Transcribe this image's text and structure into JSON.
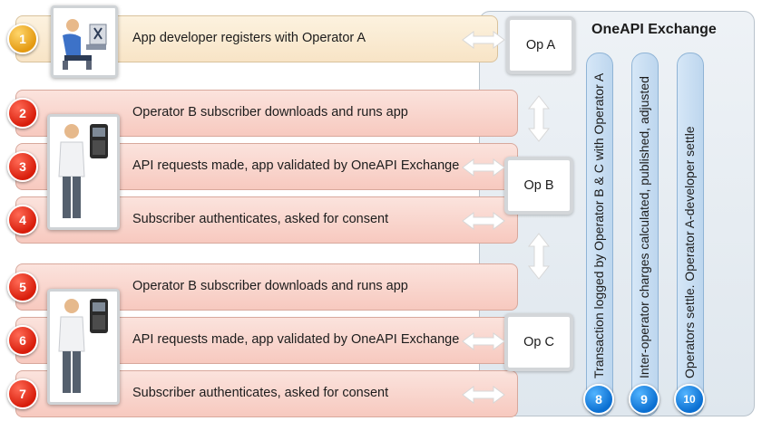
{
  "exchange": {
    "title": "OneAPI Exchange",
    "operators": [
      "Op A",
      "Op B",
      "Op C"
    ]
  },
  "steps": [
    {
      "number": "1",
      "label": "App developer registers with Operator A"
    },
    {
      "number": "2",
      "label": "Operator B subscriber downloads and runs app"
    },
    {
      "number": "3",
      "label": "API requests made, app validated by OneAPI Exchange"
    },
    {
      "number": "4",
      "label": "Subscriber authenticates, asked for consent"
    },
    {
      "number": "5",
      "label": "Operator B subscriber downloads and runs app"
    },
    {
      "number": "6",
      "label": "API requests made, app validated by OneAPI Exchange"
    },
    {
      "number": "7",
      "label": "Subscriber authenticates, asked for consent"
    }
  ],
  "settlement": [
    {
      "number": "8",
      "label": "Transaction logged by Operator B & C with Operator A"
    },
    {
      "number": "9",
      "label": "Inter-operator charges calculated, published, adjusted"
    },
    {
      "number": "10",
      "label": "Operators settle. Operator A-developer settle"
    }
  ],
  "colors": {
    "step_badge": "#d81d0b",
    "first_badge": "#e49a12",
    "settlement_badge": "#0b6fd1",
    "row_fill": "#f7c9bf",
    "first_row_fill": "#f8e4c6",
    "panel_fill": "#e6ecf2"
  },
  "icons": [
    "developer-icon",
    "subscriber-icon",
    "mobile-phone-icon",
    "double-arrow-icon"
  ]
}
